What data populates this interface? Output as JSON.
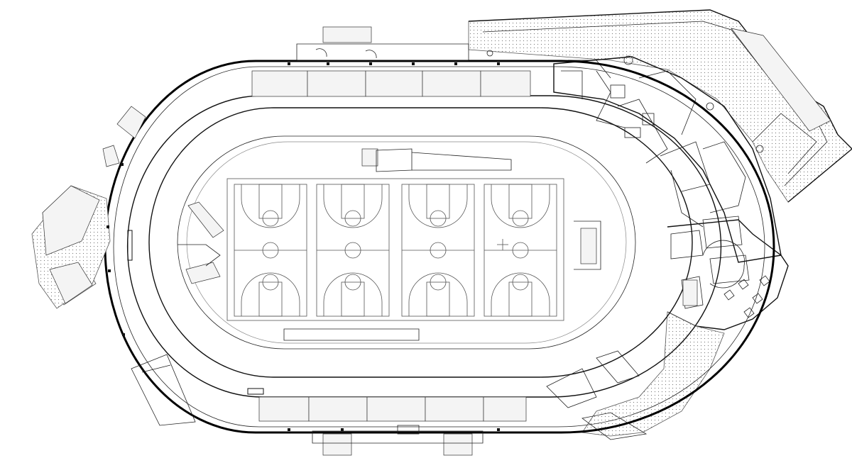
{
  "diagram": {
    "kind": "architectural-floor-plan",
    "subject": "stadium-with-oval-track-and-four-basketball-courts",
    "colors": {
      "line": "#111111",
      "background": "#ffffff",
      "light_line": "#888888"
    },
    "court_count": 4,
    "labels": []
  }
}
